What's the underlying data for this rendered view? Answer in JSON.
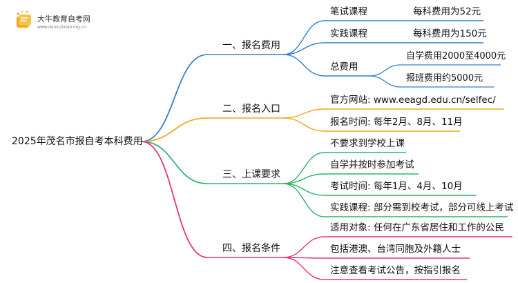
{
  "logo": {
    "title": "大牛教育自考网",
    "url_text": "www.daniuzixiao.org.cn"
  },
  "root": "2025年茂名市报自考本科费用",
  "colors": {
    "blue": "#2e7fd6",
    "orange": "#f2a51a",
    "green": "#2bb56a",
    "pink": "#e8317a"
  },
  "branches": [
    {
      "label": "一、报名费用",
      "items": [
        {
          "label": "笔试课程",
          "value": "每科费用为52元"
        },
        {
          "label": "实践课程",
          "value": "每科费用为150元"
        },
        {
          "label": "总费用",
          "subs": [
            "自学费用2000至4000元",
            "报班费用约5000元"
          ]
        }
      ]
    },
    {
      "label": "二、报名入口",
      "items": [
        {
          "label": "官方网站: www.eeagd.edu.cn/selfec/"
        },
        {
          "label": "报名时间: 每年2月、8月、11月"
        }
      ]
    },
    {
      "label": "三、上课要求",
      "items": [
        {
          "label": "不要求到学校上课"
        },
        {
          "label": "自学并按时参加考试"
        },
        {
          "label": "考试时间: 每年1月、4月、10月"
        },
        {
          "label": "实践课程: 部分需到校考试，部分可线上考试"
        }
      ]
    },
    {
      "label": "四、报名条件",
      "items": [
        {
          "label": "适用对象: 任何在广东省居住和工作的公民"
        },
        {
          "label": "包括港澳、台湾同胞及外籍人士"
        },
        {
          "label": "注意查看考试公告，按指引报名"
        }
      ]
    }
  ]
}
